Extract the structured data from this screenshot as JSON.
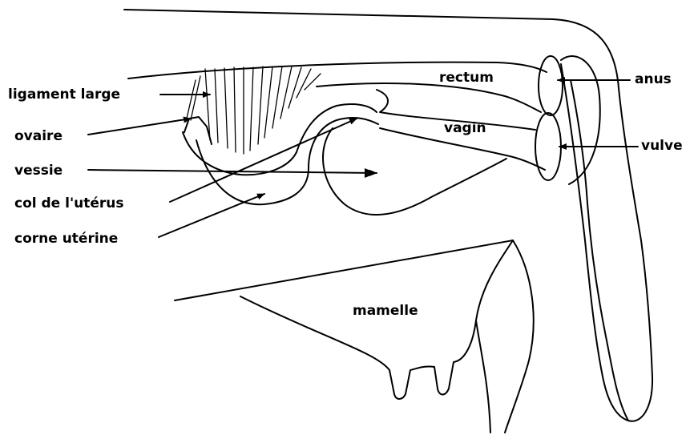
{
  "labels": {
    "ligament_large": "ligament large",
    "ovaire": "ovaire",
    "vessie": "vessie",
    "col_uterus": "col de l'utérus",
    "corne_uterine": "corne utérine",
    "rectum": "rectum",
    "vagin": "vagin",
    "anus": "anus",
    "vulve": "vulve",
    "mamelle": "mamelle"
  },
  "colors": {
    "ink": "#000000",
    "paper": "#ffffff"
  }
}
